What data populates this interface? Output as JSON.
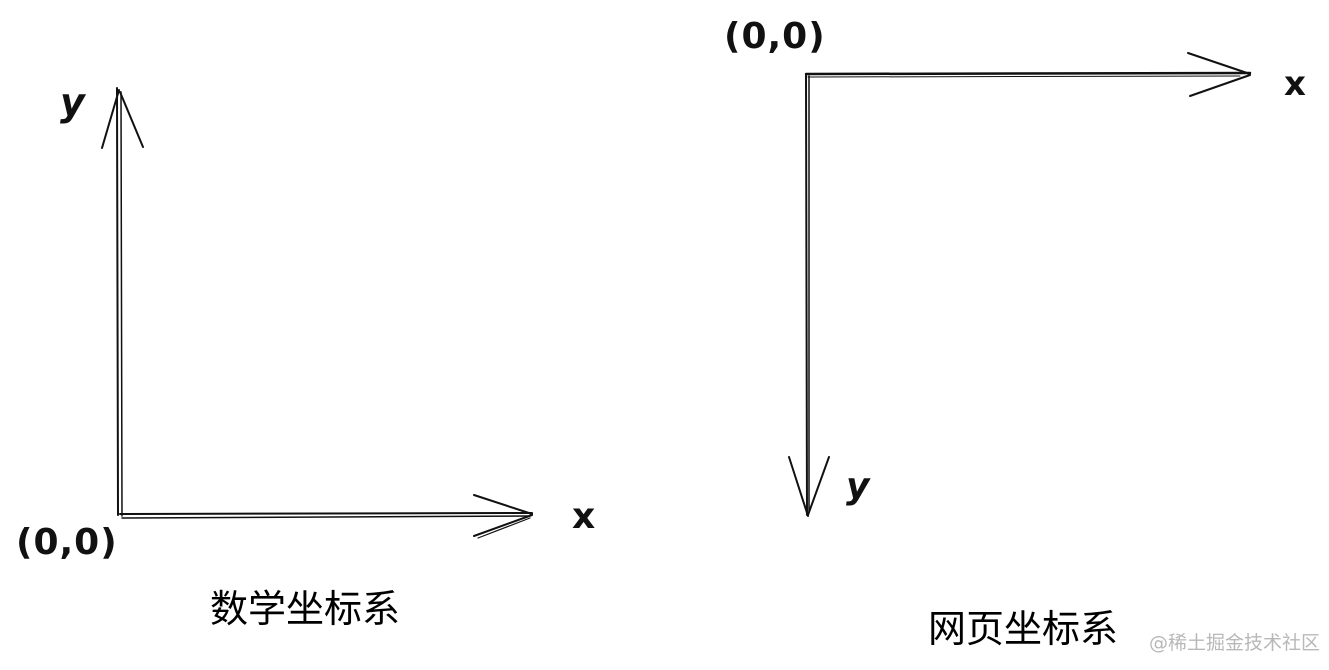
{
  "diagrams": [
    {
      "id": "math",
      "caption": "数学坐标系",
      "origin_label": "(0,0)",
      "x_label": "x",
      "y_label": "y",
      "x_direction": "right",
      "y_direction": "up"
    },
    {
      "id": "web",
      "caption": "网页坐标系",
      "origin_label": "(0,0)",
      "x_label": "x",
      "y_label": "y",
      "x_direction": "right",
      "y_direction": "down"
    }
  ],
  "watermark": "@稀土掘金技术社区",
  "colors": {
    "stroke": "#111111",
    "background": "#ffffff",
    "watermark": "#b8b8b8"
  }
}
